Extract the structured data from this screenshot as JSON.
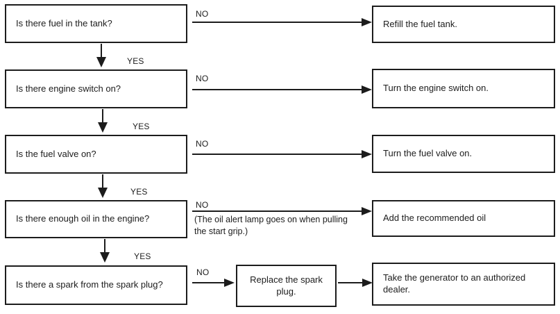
{
  "flowchart": {
    "decision_labels": {
      "yes": "YES",
      "no": "NO"
    },
    "steps": [
      {
        "question": "Is there fuel in the tank?",
        "no_action": "Refill the fuel tank."
      },
      {
        "question": "Is there engine switch on?",
        "no_action": "Turn the engine switch on."
      },
      {
        "question": "Is the fuel valve on?",
        "no_action": "Turn the fuel valve on."
      },
      {
        "question": "Is there enough oil in the engine?",
        "no_note_lines": [
          "(The oil alert lamp goes on when pulling",
          "the start grip.)"
        ],
        "no_action": "Add the recommended oil"
      },
      {
        "question": "Is there a spark from the spark plug?",
        "no_intermediate_action": "Replace the spark plug.",
        "no_action": "Take the generator to an authorized dealer."
      }
    ]
  }
}
